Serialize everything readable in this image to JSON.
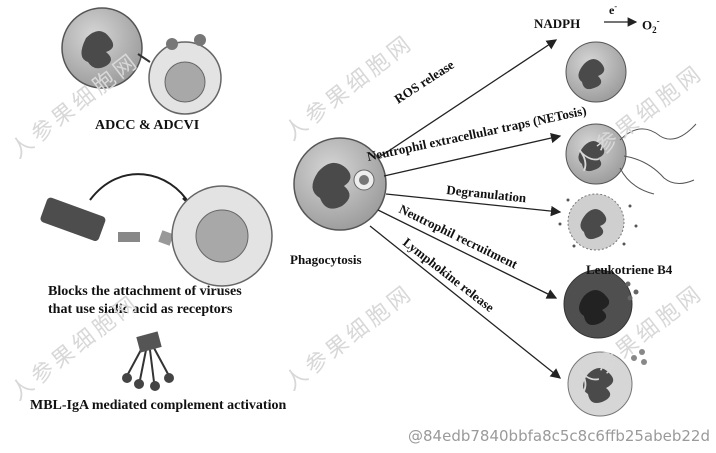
{
  "colors": {
    "cell_fill": "#bdbdbd",
    "cell_border": "#5a5a5a",
    "nucleus": "#4a4a4a",
    "target_cell": "#e3e3e3",
    "target_nucleus": "#a8a8a8",
    "line": "#222222"
  },
  "labels": {
    "adcc": "ADCC & ADCVI",
    "blocks_line1": "Blocks the attachment of viruses",
    "blocks_line2": "that use sialic acid as receptors",
    "mbl": "MBL-IgA mediated complement activation",
    "phagocytosis": "Phagocytosis"
  },
  "pathways": [
    {
      "label": "ROS release"
    },
    {
      "label": "Neutrophil extracellular traps (NETosis)"
    },
    {
      "label": "Degranulation"
    },
    {
      "label": "Neutrophil recruitment"
    },
    {
      "label": "Lymphokine release"
    }
  ],
  "ros": {
    "nadph": "NADPH",
    "electron": "e",
    "electron_sup": "-",
    "o2": "O",
    "o2_sub": "2",
    "o2_sup": "-"
  },
  "leukotriene": "Leukotriene B4",
  "watermark": "人参果细胞网",
  "hash": "@84edb7840bbfa8c5c8c6ffb25abeb22d"
}
